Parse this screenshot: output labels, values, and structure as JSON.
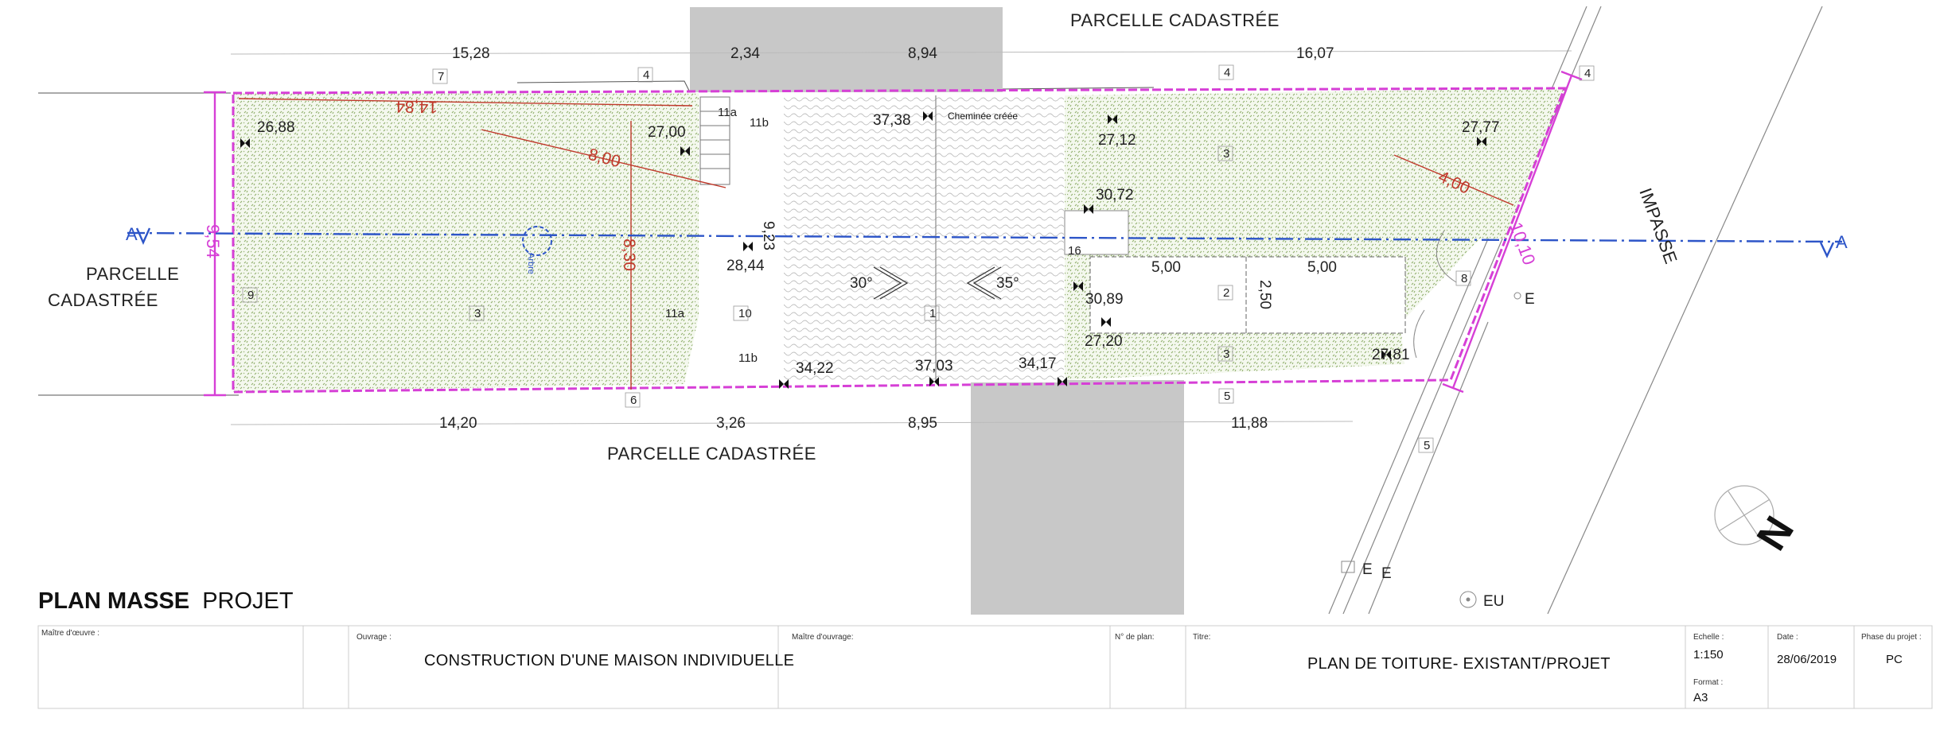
{
  "heading": {
    "bold": "PLAN MASSE",
    "light": "PROJET"
  },
  "parcels": {
    "top": "PARCELLE CADASTRÉE",
    "bottom": "PARCELLE CADASTRÉE",
    "left_line1": "PARCELLE",
    "left_line2": "CADASTRÉE",
    "road": "IMPASSE"
  },
  "dims_top": [
    "15,28",
    "2,34",
    "8,94",
    "16,07"
  ],
  "dims_bottom": [
    "14,20",
    "3,26",
    "8,95",
    "11,88"
  ],
  "dims_inner": {
    "garage_w1": "5,00",
    "garage_w2": "5,00",
    "garage_h": "2,50",
    "tree_to_stair": "9,23"
  },
  "red_dims": {
    "diag": "14,84",
    "radius": "8,00",
    "vertical": "8,30",
    "right": "4,00"
  },
  "magenta_dims": {
    "left": "9,54",
    "right": "10,10"
  },
  "altitudes": [
    "26,88",
    "27,00",
    "37,38",
    "27,12",
    "27,77",
    "30,72",
    "28,44",
    "30,89",
    "27,20",
    "27,81",
    "34,22",
    "37,03",
    "34,17"
  ],
  "roof_angles": {
    "left": "30°",
    "right": "35°"
  },
  "chimney_label": "Cheminée créée",
  "tree_label": "Arbre",
  "section_marks": {
    "left": "A",
    "right": "A"
  },
  "labels": {
    "n7": "7",
    "n4a": "4",
    "n4b": "4",
    "n4c": "4",
    "n11a_top": "11a",
    "n11b_top": "11b",
    "n3_left": "3",
    "n9": "9",
    "n11a_bot": "11a",
    "n10": "10",
    "n11b_bot": "11b",
    "n6": "6",
    "n1": "1",
    "n3_right": "3",
    "n16": "16",
    "n2": "2",
    "n3_low": "3",
    "n8": "8",
    "n5a": "5",
    "n5b": "5"
  },
  "network": {
    "e1": "E",
    "e2": "E",
    "e3": "E",
    "eu": "EU"
  },
  "north": "N",
  "title_block": {
    "maitre_oeuvre_label": "Maître d'œuvre :",
    "ouvrage_label": "Ouvrage :",
    "ouvrage_value": "CONSTRUCTION D'UNE MAISON INDIVIDUELLE",
    "maitre_ouvrage_label": "Maître d'ouvrage:",
    "plan_no_label": "N° de plan:",
    "titre_label": "Titre:",
    "titre_value": "PLAN DE TOITURE-  EXISTANT/PROJET",
    "echelle_label": "Echelle :",
    "echelle_value": "1:150",
    "format_label": "Format :",
    "format_value": "A3",
    "date_label": "Date :",
    "date_value": "28/06/2019",
    "phase_label": "Phase du projet :",
    "phase_value": "PC"
  },
  "colors": {
    "boundary": "#d63fd6",
    "red_dim": "#c0392b",
    "section_line": "#2d55c8",
    "lawn": "#8fae6a",
    "adjacent_building": "#c8c8c8",
    "roof_pattern": "#b9b9b9"
  }
}
